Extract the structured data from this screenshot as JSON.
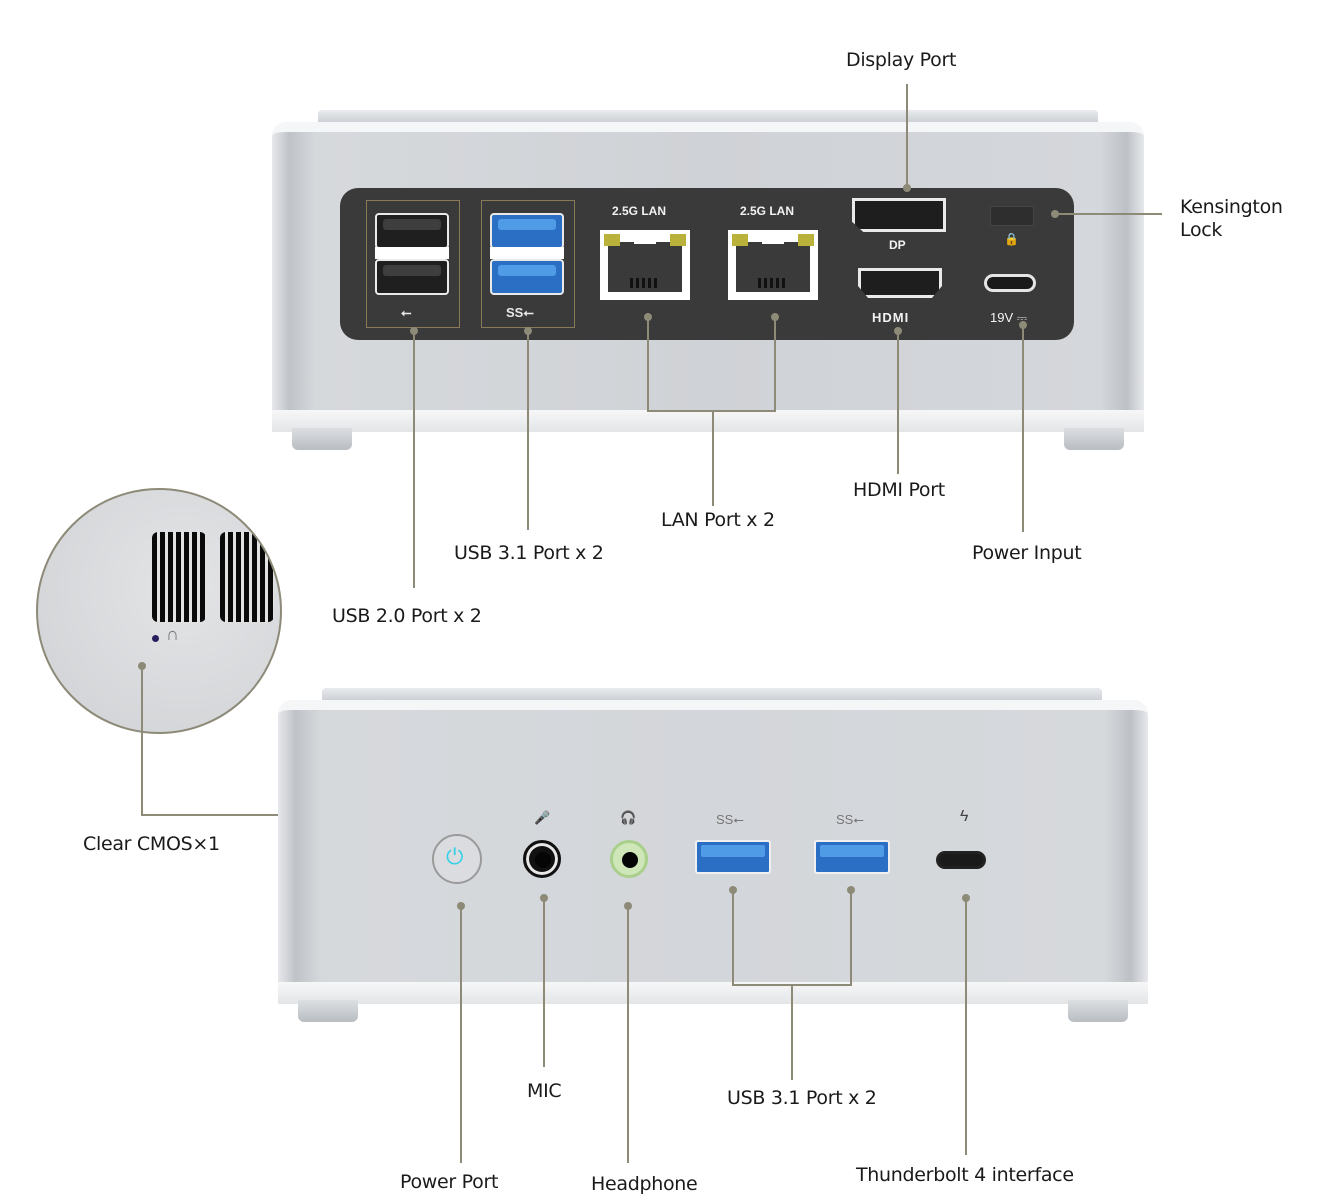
{
  "rear_panel": {
    "usb20_symbol": "⭠",
    "usb31_symbol": "SS⭠",
    "lan_labels": [
      "2.5G LAN",
      "2.5G LAN"
    ],
    "dp_label": "DP",
    "hdmi_label": "HDMI",
    "power_label": "19V ⎓",
    "lock_symbol": "🔒"
  },
  "front_panel": {
    "mic_symbol": "🎤",
    "headphone_symbol": "🎧",
    "usb_symbol": "SS⭠",
    "thunderbolt_symbol": "ϟ",
    "power_symbol": "⏻"
  },
  "callouts": {
    "display_port": "Display Port",
    "kensington_lock_line1": "Kensington",
    "kensington_lock_line2": "Lock",
    "hdmi_port": "HDMI Port",
    "lan_port": "LAN Port x 2",
    "usb31_rear": "USB 3.1 Port x 2",
    "power_input": "Power Input",
    "usb20": "USB 2.0 Port x 2",
    "clear_cmos": "Clear CMOS×1",
    "mic": "MIC",
    "usb31_front": "USB 3.1 Port x 2",
    "power_port": "Power Port",
    "headphone": "Headphone",
    "thunderbolt": "Thunderbolt 4 interface"
  },
  "colors": {
    "callout_line": "#8d8a78",
    "usb3_blue": "#2a6fc4",
    "power_led": "#35d0e6",
    "panel_dark": "#3a3a3a"
  }
}
